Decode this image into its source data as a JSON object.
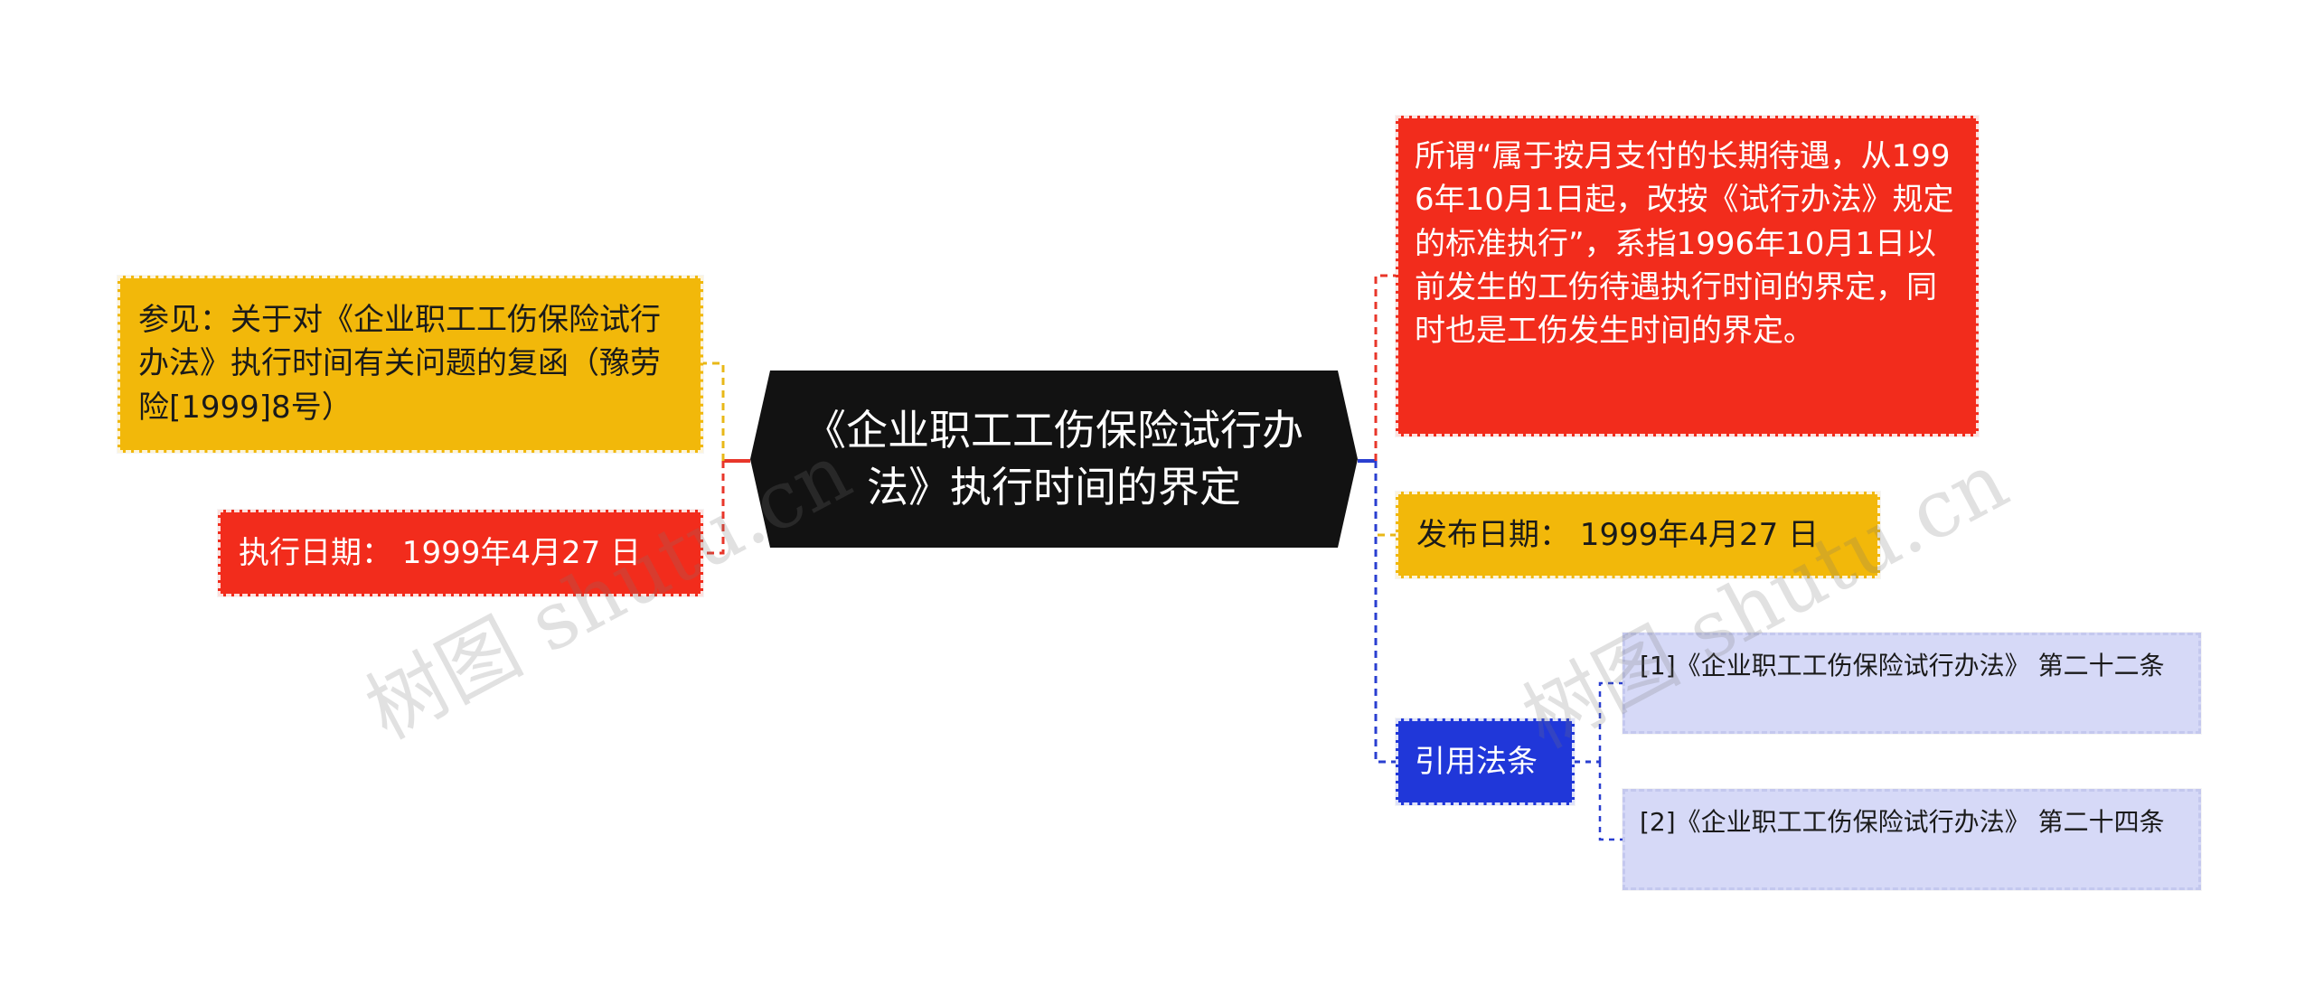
{
  "root": {
    "label": "《企业职工工伤保险试行办法》执行时间的界定"
  },
  "left": {
    "reference": "参见：关于对《企业职工工伤保险试行办法》执行时间有关问题的复函（豫劳险[1999]8号）",
    "effective_date": "执行日期： 1999年4月27 日"
  },
  "right": {
    "note": "所谓“属于按月支付的长期待遇，从1996年10月1日起，改按《试行办法》规定的标准执行”，系指1996年10月1日以前发生的工伤待遇执行时间的界定，同时也是工伤发生时间的界定。",
    "publish_date": "发布日期： 1999年4月27 日",
    "cited_laws": {
      "label": "引用法条",
      "items": [
        "[1]《企业职工工伤保险试行办法》 第二十二条",
        "[2]《企业职工工伤保险试行办法》 第二十四条"
      ]
    }
  },
  "watermark": "树图 shutu.cn",
  "colors": {
    "root": "#121212",
    "yellow": "#f2b80a",
    "red": "#f22c1c",
    "blue": "#2037d9",
    "lavender": "#d6d9f7",
    "link_left_top": "#e8b818",
    "link_left_bottom": "#e8362a",
    "link_right_top": "#e8362a",
    "link_right_main": "#2a3fd0"
  }
}
